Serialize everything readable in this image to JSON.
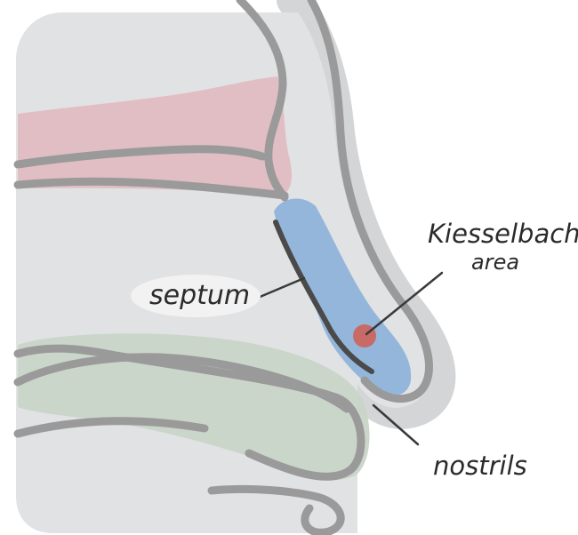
{
  "diagram": {
    "labels": {
      "kiesselbach_line1": "Kiesselbach",
      "kiesselbach_line2": "area",
      "septum": "septum",
      "nostrils": "nostrils"
    },
    "colors": {
      "background_panel": "#e1e2e4",
      "pink_region": "#e0bcc2",
      "green_region": "#c9d5c8",
      "blue_septum": "#8cb1d9",
      "outline": "#9a9a9a",
      "label_line": "#3a3a3a",
      "red_spot": "#c86a66"
    }
  }
}
